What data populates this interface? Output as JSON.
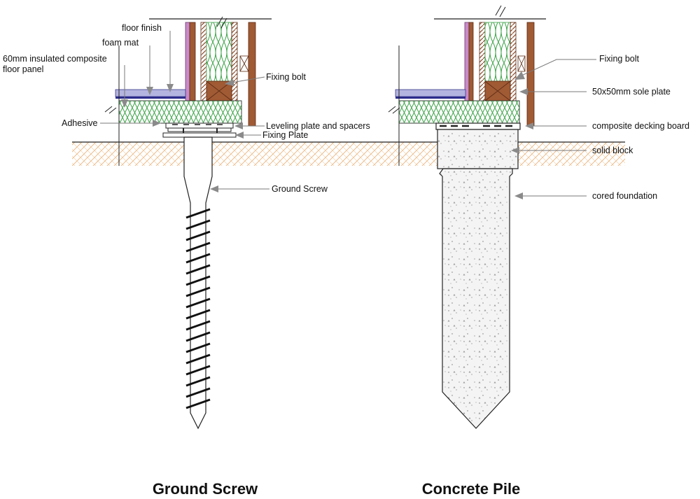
{
  "left_detail": {
    "labels": {
      "floor_finish": "floor finish",
      "foam_mat": "foam mat",
      "panel_line1": "60mm insulated composite",
      "panel_line2": "floor panel",
      "adhesive": "Adhesive",
      "fixing_bolt": "Fixing bolt",
      "leveling": "Leveling plate and spacers",
      "fixing_plate": "Fixing Plate",
      "ground_screw": "Ground Screw"
    },
    "caption": "Ground Screw"
  },
  "right_detail": {
    "labels": {
      "fixing_bolt": "Fixing bolt",
      "sole_plate": "50x50mm sole plate",
      "decking": "composite decking board",
      "solid_block": "solid block",
      "cored_foundation": "cored foundation"
    },
    "caption": "Concrete Pile"
  },
  "colors": {
    "insulation": "#3fa34a",
    "timber": "#8b4a2b",
    "purple": "#b06ab0",
    "floor_finish": "#a9a9d9",
    "ground_hatch": "#e8b47c",
    "concrete": "#f2f2f2"
  }
}
